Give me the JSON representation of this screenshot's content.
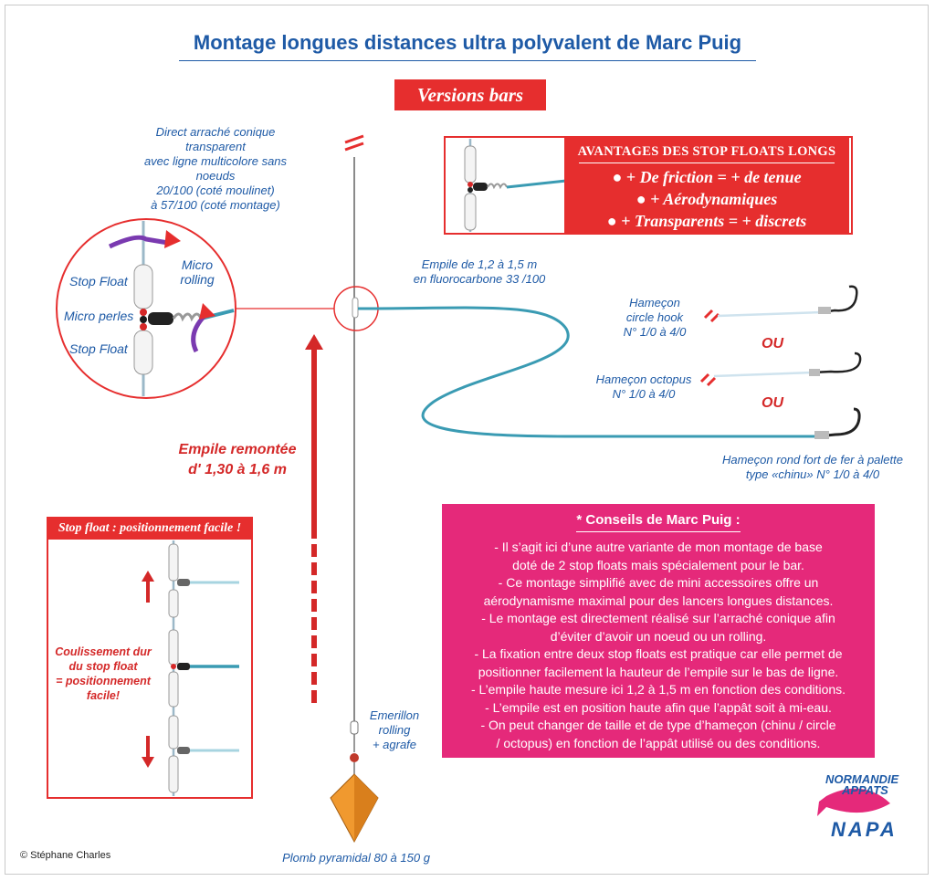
{
  "title": "Montage longues distances ultra polyvalent de Marc Puig",
  "badge": "Versions bars",
  "mainline_label": [
    "Direct arraché conique transparent",
    "avec ligne multicolore sans noeuds",
    "20/100 (coté moulinet)",
    "à 57/100 (coté montage)"
  ],
  "zoom": {
    "stop_float_top": "Stop Float",
    "micro_perles": "Micro perles",
    "stop_float_bottom": "Stop Float",
    "micro_rolling": [
      "Micro",
      "rolling"
    ]
  },
  "avantages": {
    "title": "AVANTAGES DES STOP FLOATS LONGS",
    "items": [
      "●  + De friction = + de tenue",
      "●  + Aérodynamiques",
      "●  + Transparents = + discrets"
    ]
  },
  "empile_label": [
    "Empile de 1,2  à 1,5 m",
    "en fluorocarbone 33 /100"
  ],
  "hooks": {
    "circle": [
      "Hameçon",
      "circle hook",
      "N° 1/0 à 4/0"
    ],
    "ou1": "OU",
    "octopus": [
      "Hameçon octopus",
      "N° 1/0 à 4/0"
    ],
    "ou2": "OU",
    "chinu": [
      "Hameçon rond fort de fer à palette",
      "type «chinu» N° 1/0 à 4/0"
    ]
  },
  "empile_remontee": [
    "Empile remontée",
    "d' 1,30 à 1,6 m"
  ],
  "stop_box": {
    "title": "Stop float : positionnement facile !",
    "caption": [
      "Coulissement dur",
      "du stop float",
      "= positionnement",
      "facile!"
    ]
  },
  "emerillon": [
    "Emerillon",
    "rolling",
    "+ agrafe"
  ],
  "plomb": "Plomb pyramidal 80 à 150 g",
  "conseils": {
    "title": "* Conseils de Marc Puig :",
    "lines": [
      "- Il s’agit ici d’une autre variante de mon montage de base",
      "doté de 2 stop floats mais spécialement pour le bar.",
      "-  Ce montage simplifié avec de mini accessoires offre un",
      "aérodynamisme maximal pour des lancers longues distances.",
      "- Le montage est directement réalisé sur l’arraché conique afin",
      "d’éviter d’avoir un noeud ou un rolling.",
      "- La fixation entre deux stop floats est pratique car elle permet de",
      "positionner facilement la hauteur de l’empile sur le bas de ligne.",
      "- L’empile haute mesure ici 1,2 à 1,5 m en fonction des conditions.",
      "- L’empile est en position haute afin que l’appât soit à mi-eau.",
      "-  On peut changer de taille et de type d’hameçon (chinu / circle",
      "/ octopus) en fonction de l’appât utilisé ou des conditions."
    ]
  },
  "copyright": "© Stéphane Charles",
  "logo": {
    "line1": "NORMANDIE",
    "line2": "APPATS",
    "line3": "NAPA"
  },
  "colors": {
    "accent_blue": "#1e5aa6",
    "red": "#e62e2e",
    "pink": "#e5297a",
    "fluoro": "#3a9bb3",
    "lead": "#f0992f"
  }
}
